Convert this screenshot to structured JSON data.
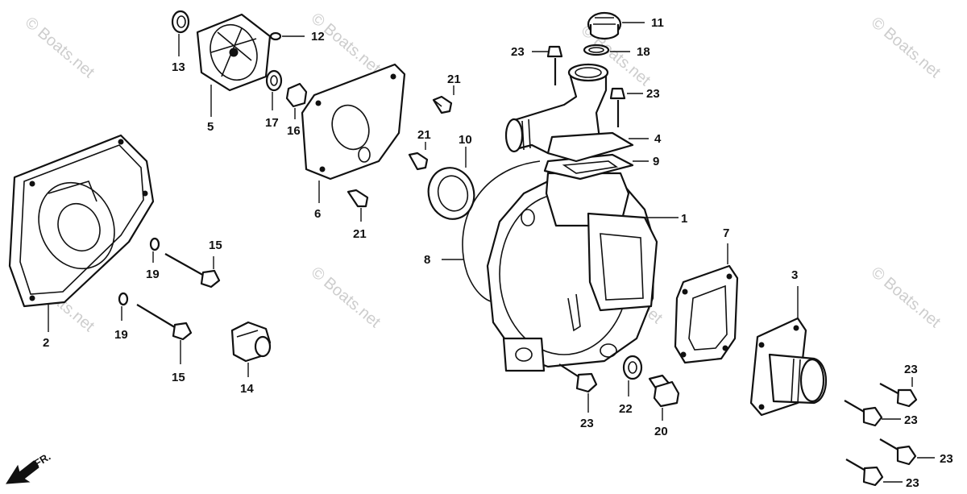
{
  "watermark": "© Boats.net",
  "direction_label": "FR.",
  "callouts": {
    "c1": "1",
    "c2": "2",
    "c3": "3",
    "c4": "4",
    "c5": "5",
    "c6": "6",
    "c7": "7",
    "c8": "8",
    "c9": "9",
    "c10": "10",
    "c11": "11",
    "c12": "12",
    "c13": "13",
    "c14": "14",
    "c15a": "15",
    "c15b": "15",
    "c16": "16",
    "c17": "17",
    "c18": "18",
    "c19a": "19",
    "c19b": "19",
    "c20": "20",
    "c21a": "21",
    "c21b": "21",
    "c21c": "21",
    "c22": "22",
    "c23a": "23",
    "c23b": "23",
    "c23c": "23",
    "c23d": "23",
    "c23e": "23",
    "c23f": "23",
    "c23g": "23"
  }
}
